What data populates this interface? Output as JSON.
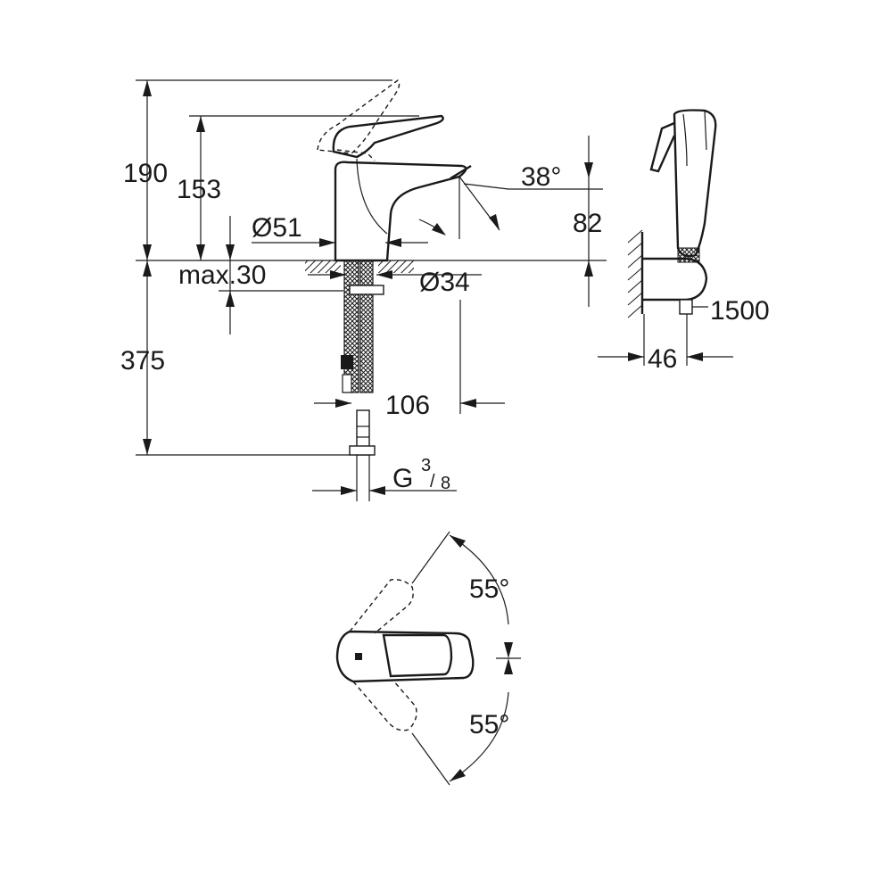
{
  "side_view": {
    "height_190": "190",
    "height_153": "153",
    "diameter_51": "Ø51",
    "max_30": "max.30",
    "diameter_34": "Ø34",
    "angle_38": "38°",
    "height_82": "82",
    "depth_375": "375",
    "reach_106": "106",
    "thread_g": "G",
    "thread_num": "3",
    "thread_den": "8"
  },
  "spray_view": {
    "hose_1500": "1500",
    "width_46": "46"
  },
  "top_view": {
    "angle_upper": "55°",
    "angle_lower": "55°"
  }
}
